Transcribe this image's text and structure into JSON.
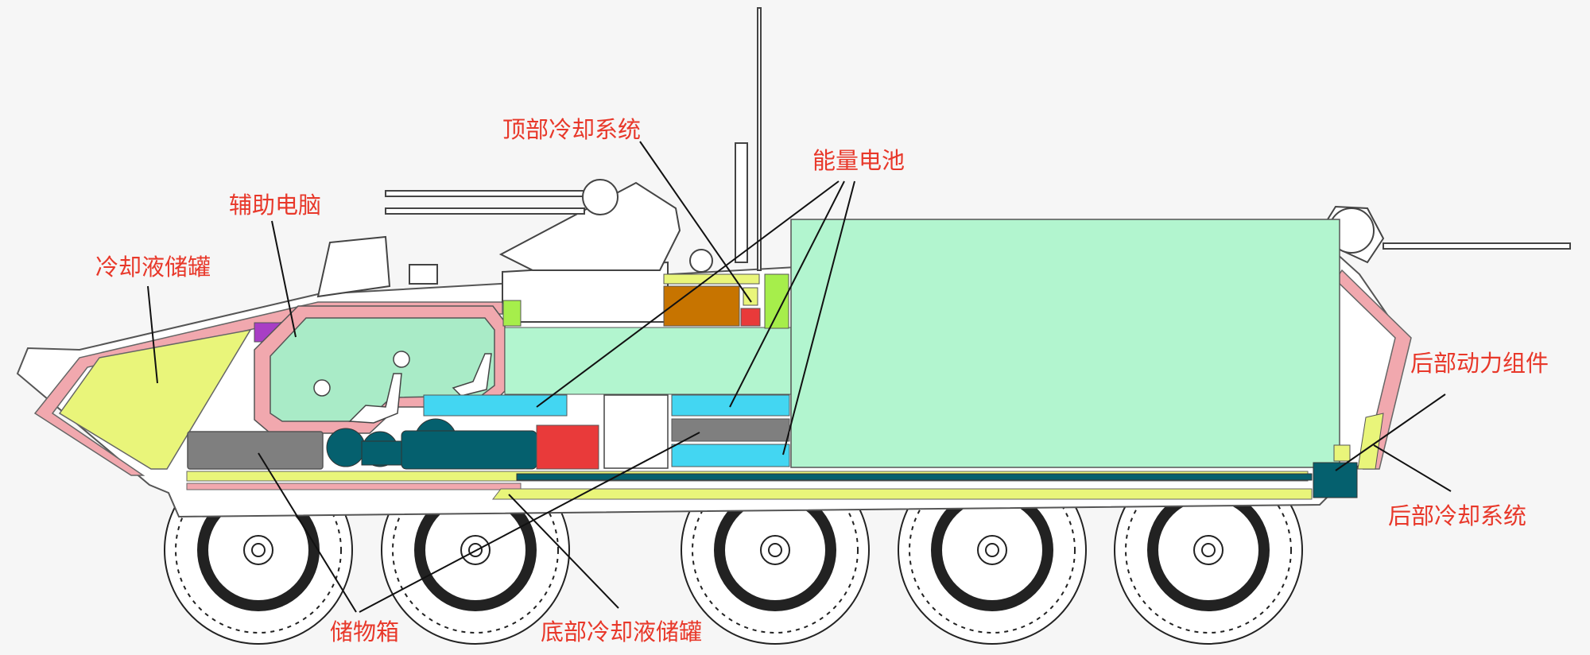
{
  "labels": {
    "top_cooling": "顶部冷却系统",
    "battery": "能量电池",
    "aux_computer": "辅助电脑",
    "coolant_tank": "冷却液储罐",
    "rear_power": "后部动力组件",
    "rear_cooling": "后部冷却系统",
    "storage_box": "储物箱",
    "bottom_coolant_tank": "底部冷却液储罐"
  },
  "colors": {
    "label_text": "#e8382a",
    "leader_line": "#111111",
    "hull_outline": "#555555",
    "hull_fill": "#ffffff",
    "armor_pink": "#f1a8ae",
    "coolant_yellow": "#e9f57a",
    "crew_green": "#a9ebc7",
    "battery_green": "#b2f5cf",
    "battery_cyan": "#43d6f2",
    "power_teal": "#05606e",
    "computer_purple": "#a83ec5",
    "storage_gray": "#7f7f7f",
    "red_unit": "#e93a3a",
    "orange_unit": "#c77400",
    "lime_unit": "#a6ee4b"
  }
}
